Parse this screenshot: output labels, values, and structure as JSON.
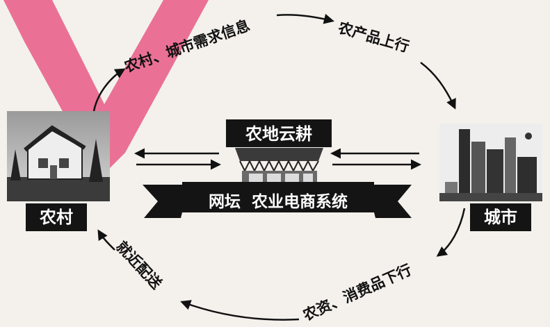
{
  "nodes": {
    "village": "农村",
    "city": "城市",
    "platform": "农地云耕",
    "system_banner": "网坛  农业电商系统"
  },
  "flows": {
    "demand_info": "农村、城市需求信息",
    "products_up": "农产品上行",
    "supplies_down": "农资、消费品下行",
    "nearby_delivery": "就近配送"
  },
  "colors": {
    "ink": "#111111",
    "paper": "#f4f1ec",
    "watermark": "#e85a86"
  }
}
